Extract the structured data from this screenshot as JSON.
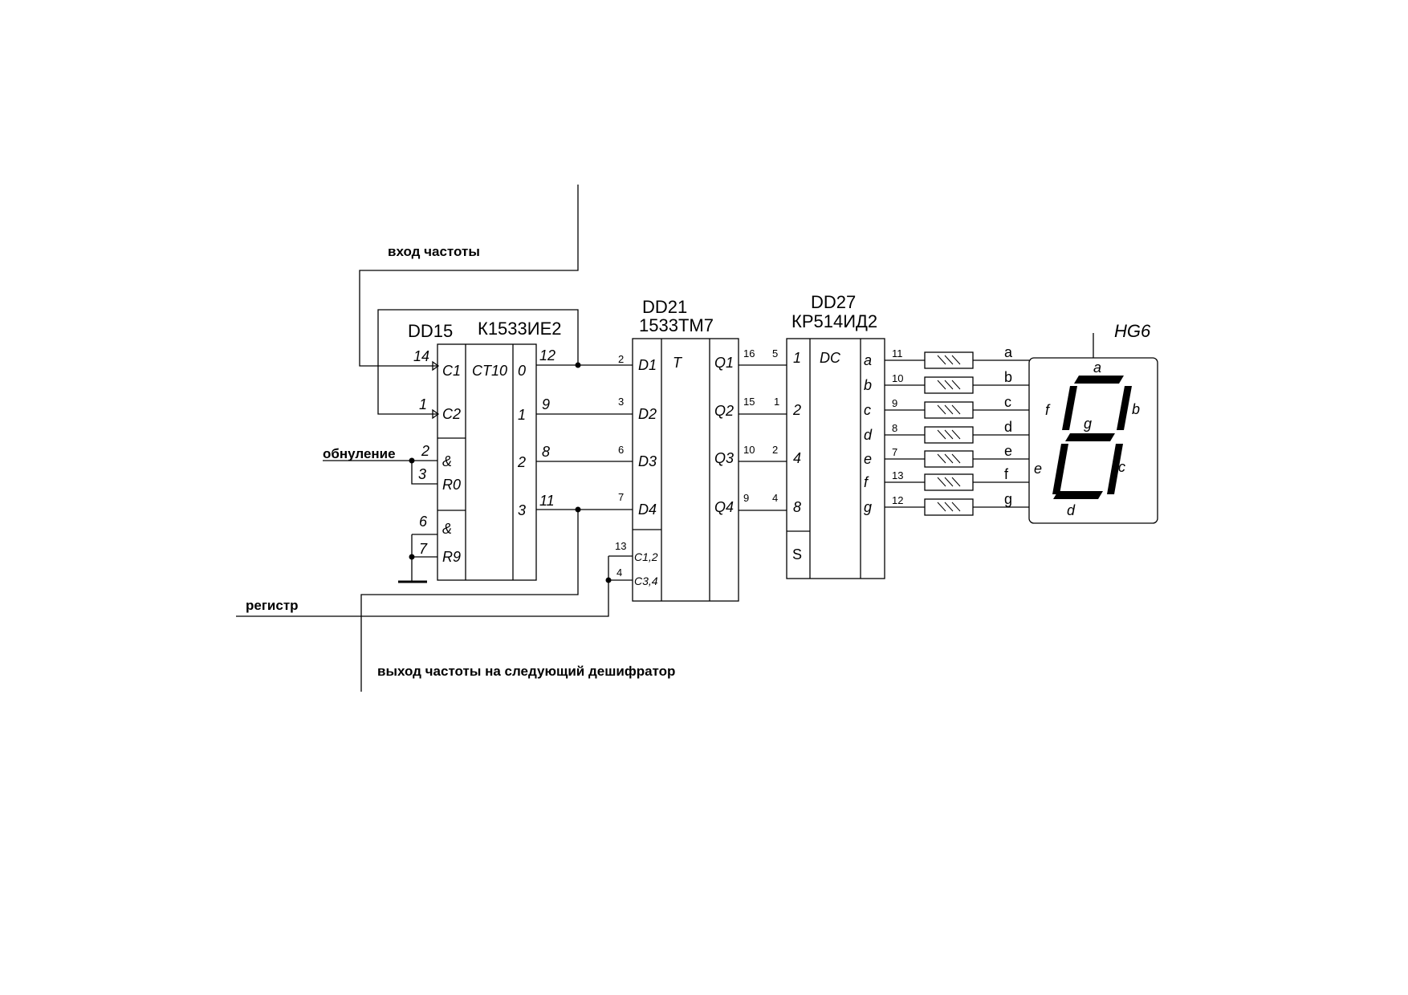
{
  "labels": {
    "input_freq": "вход частоты",
    "reset": "обнуление",
    "register": "регистр",
    "output_freq": "выход частоты на следующий дешифратор"
  },
  "dd15": {
    "ref": "DD15",
    "part": "К1533ИЕ2",
    "func": "CT10",
    "in_pins": [
      "C1",
      "C2",
      "&",
      "R0",
      "&",
      "R9"
    ],
    "in_nums": [
      "14",
      "1",
      "2",
      "3",
      "6",
      "7"
    ],
    "out_pins": [
      "0",
      "1",
      "2",
      "3"
    ],
    "out_nums": [
      "12",
      "9",
      "8",
      "11"
    ]
  },
  "dd21": {
    "ref": "DD21",
    "part": "1533ТМ7",
    "func": "T",
    "d_pins": [
      "D1",
      "D2",
      "D3",
      "D4"
    ],
    "d_nums": [
      "2",
      "3",
      "6",
      "7"
    ],
    "c_pins": [
      "C1,2",
      "C3,4"
    ],
    "c_nums": [
      "13",
      "4"
    ],
    "q_pins": [
      "Q1",
      "Q2",
      "Q3",
      "Q4"
    ],
    "q_nums": [
      "16",
      "15",
      "10",
      "9"
    ]
  },
  "dd27": {
    "ref": "DD27",
    "part": "КР514ИД2",
    "func": "DC",
    "in_pins": [
      "1",
      "2",
      "4",
      "8"
    ],
    "in_nums": [
      "5",
      "1",
      "2",
      "4"
    ],
    "s_pin": "S",
    "out_pins": [
      "a",
      "b",
      "c",
      "d",
      "e",
      "f",
      "g"
    ],
    "out_nums": [
      "11",
      "10",
      "9",
      "8",
      "7",
      "13",
      "12"
    ]
  },
  "resistor_labels": [
    "a",
    "b",
    "c",
    "d",
    "e",
    "f",
    "g"
  ],
  "hg6": {
    "ref": "HG6",
    "segments": [
      "a",
      "b",
      "c",
      "d",
      "e",
      "f",
      "g"
    ]
  }
}
